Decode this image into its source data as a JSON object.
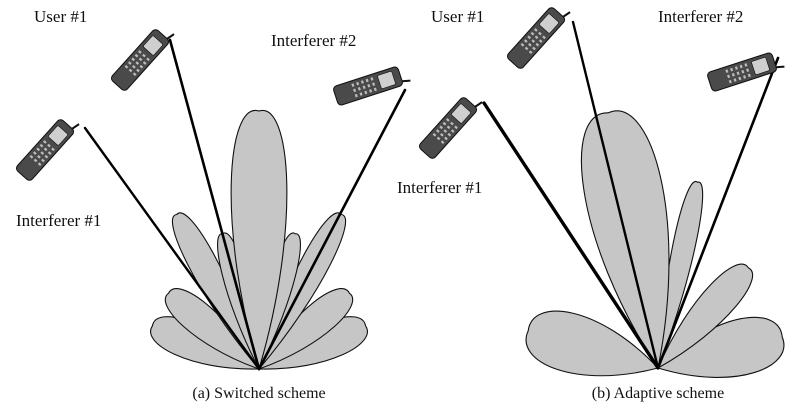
{
  "panels": [
    {
      "caption": "(a) Switched scheme",
      "labels": {
        "user1": "User #1",
        "interferer1": "Interferer #1",
        "interferer2": "Interferer #2"
      }
    },
    {
      "caption": "(b) Adaptive scheme",
      "labels": {
        "user1": "User #1",
        "interferer1": "Interferer #1",
        "interferer2": "Interferer #2"
      }
    }
  ],
  "colors": {
    "lobe_fill": "#c6c6c6",
    "outline": "#111111",
    "phone": "#4a4a4a"
  },
  "icons": [
    "mobile-phone-icon"
  ]
}
